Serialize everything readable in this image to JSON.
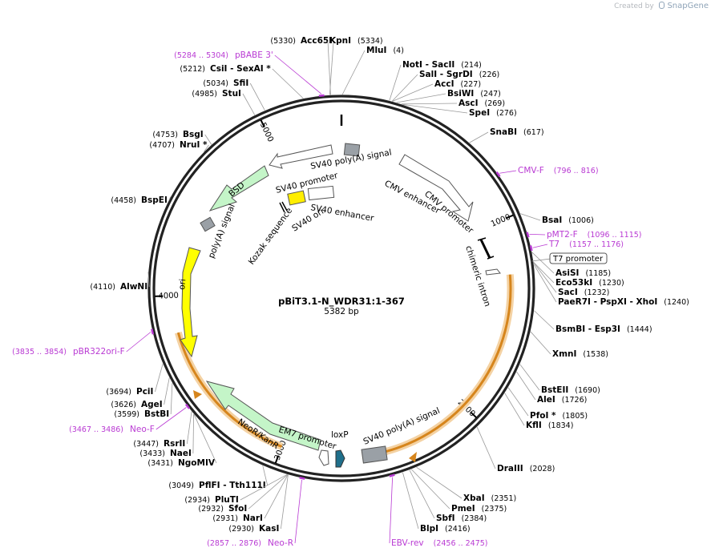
{
  "credit": {
    "prefix": "Created by",
    "brand": "SnapGene"
  },
  "plasmid": {
    "name": "pBiT3.1-N_WDR31:1-367",
    "size_label": "5382 bp",
    "length": 5382
  },
  "ticks": [
    {
      "bp": 1000,
      "label": "1000"
    },
    {
      "bp": 2000,
      "label": "2000"
    },
    {
      "bp": 3000,
      "label": "3000"
    },
    {
      "bp": 4000,
      "label": "4000"
    },
    {
      "bp": 5000,
      "label": "5000"
    }
  ],
  "sites": [
    {
      "id": "acc65i",
      "bp": 5330,
      "name": "Acc65I",
      "pos": "(5330)",
      "side": "left"
    },
    {
      "id": "kpni",
      "bp": 5334,
      "name": "KpnI",
      "pos": "(5334)",
      "side": "right"
    },
    {
      "id": "mlui",
      "bp": 4,
      "name": "MluI",
      "pos": "(4)",
      "side": "right"
    },
    {
      "id": "csii",
      "bp": 5212,
      "name": "CsiI  - SexAI *",
      "pos": "(5212)",
      "side": "left"
    },
    {
      "id": "sfii",
      "bp": 5034,
      "name": "SfiI",
      "pos": "(5034)",
      "side": "left"
    },
    {
      "id": "stui",
      "bp": 4985,
      "name": "StuI",
      "pos": "(4985)",
      "side": "left"
    },
    {
      "id": "noti",
      "bp": 214,
      "name": "NotI  - SacII",
      "pos": "(214)",
      "side": "right"
    },
    {
      "id": "sali",
      "bp": 226,
      "name": "SalI  - SgrDI",
      "pos": "(226)",
      "side": "right"
    },
    {
      "id": "acci",
      "bp": 227,
      "name": "AccI",
      "pos": "(227)",
      "side": "right"
    },
    {
      "id": "bsiwi",
      "bp": 247,
      "name": "BsiWI",
      "pos": "(247)",
      "side": "right"
    },
    {
      "id": "asci",
      "bp": 269,
      "name": "AscI",
      "pos": "(269)",
      "side": "right"
    },
    {
      "id": "spei",
      "bp": 276,
      "name": "SpeI",
      "pos": "(276)",
      "side": "right"
    },
    {
      "id": "snabi",
      "bp": 617,
      "name": "SnaBI",
      "pos": "(617)",
      "side": "right"
    },
    {
      "id": "bsgi",
      "bp": 4753,
      "name": "BsgI",
      "pos": "(4753)",
      "side": "left"
    },
    {
      "id": "nrui",
      "bp": 4707,
      "name": "NruI *",
      "pos": "(4707)",
      "side": "left"
    },
    {
      "id": "bspei",
      "bp": 4458,
      "name": "BspEI",
      "pos": "(4458)",
      "side": "left"
    },
    {
      "id": "bsai",
      "bp": 1006,
      "name": "BsaI",
      "pos": "(1006)",
      "side": "right"
    },
    {
      "id": "asisi",
      "bp": 1185,
      "name": "AsiSI",
      "pos": "(1185)",
      "side": "right"
    },
    {
      "id": "eco53ki",
      "bp": 1230,
      "name": "Eco53kI",
      "pos": "(1230)",
      "side": "right"
    },
    {
      "id": "saci",
      "bp": 1232,
      "name": "SacI",
      "pos": "(1232)",
      "side": "right"
    },
    {
      "id": "paer7i",
      "bp": 1240,
      "name": "PaeR7I  - PspXI  - XhoI",
      "pos": "(1240)",
      "side": "right"
    },
    {
      "id": "alwni",
      "bp": 4110,
      "name": "AlwNI",
      "pos": "(4110)",
      "side": "left"
    },
    {
      "id": "bsmbi",
      "bp": 1444,
      "name": "BsmBI  - Esp3I",
      "pos": "(1444)",
      "side": "right"
    },
    {
      "id": "xmni",
      "bp": 1538,
      "name": "XmnI",
      "pos": "(1538)",
      "side": "right"
    },
    {
      "id": "bsteii",
      "bp": 1690,
      "name": "BstEII",
      "pos": "(1690)",
      "side": "right"
    },
    {
      "id": "alei",
      "bp": 1726,
      "name": "AleI",
      "pos": "(1726)",
      "side": "right"
    },
    {
      "id": "pfoi",
      "bp": 1805,
      "name": "PfoI *",
      "pos": "(1805)",
      "side": "right"
    },
    {
      "id": "kfli",
      "bp": 1834,
      "name": "KflI",
      "pos": "(1834)",
      "side": "right"
    },
    {
      "id": "draiii",
      "bp": 2028,
      "name": "DraIII",
      "pos": "(2028)",
      "side": "right"
    },
    {
      "id": "pcii",
      "bp": 3694,
      "name": "PciI",
      "pos": "(3694)",
      "side": "left"
    },
    {
      "id": "agei",
      "bp": 3626,
      "name": "AgeI",
      "pos": "(3626)",
      "side": "left"
    },
    {
      "id": "bstbi",
      "bp": 3599,
      "name": "BstBI",
      "pos": "(3599)",
      "side": "left"
    },
    {
      "id": "rsrii",
      "bp": 3447,
      "name": "RsrII",
      "pos": "(3447)",
      "side": "left"
    },
    {
      "id": "naei",
      "bp": 3433,
      "name": "NaeI",
      "pos": "(3433)",
      "side": "left"
    },
    {
      "id": "ngomiv",
      "bp": 3431,
      "name": "NgoMIV",
      "pos": "(3431)",
      "side": "left"
    },
    {
      "id": "pflfi",
      "bp": 3049,
      "name": "PflFI  - Tth111I",
      "pos": "(3049)",
      "side": "left"
    },
    {
      "id": "plutI",
      "bp": 2934,
      "name": "PluTI",
      "pos": "(2934)",
      "side": "left"
    },
    {
      "id": "sfoi",
      "bp": 2932,
      "name": "SfoI",
      "pos": "(2932)",
      "side": "left"
    },
    {
      "id": "nari",
      "bp": 2931,
      "name": "NarI",
      "pos": "(2931)",
      "side": "left"
    },
    {
      "id": "kasi",
      "bp": 2930,
      "name": "KasI",
      "pos": "(2930)",
      "side": "left"
    },
    {
      "id": "xbai",
      "bp": 2351,
      "name": "XbaI",
      "pos": "(2351)",
      "side": "right"
    },
    {
      "id": "pmei",
      "bp": 2375,
      "name": "PmeI",
      "pos": "(2375)",
      "side": "right"
    },
    {
      "id": "sbfi",
      "bp": 2384,
      "name": "SbfI",
      "pos": "(2384)",
      "side": "right"
    },
    {
      "id": "blpi",
      "bp": 2416,
      "name": "BlpI",
      "pos": "(2416)",
      "side": "right"
    }
  ],
  "primers": [
    {
      "id": "pbabe3",
      "bp": 5294,
      "name": "pBABE 3'",
      "pos": "(5284 .. 5304)",
      "side": "left"
    },
    {
      "id": "cmvf",
      "bp": 806,
      "name": "CMV-F",
      "pos": "(796 .. 816)",
      "side": "right"
    },
    {
      "id": "pmt2f",
      "bp": 1105,
      "name": "pMT2-F",
      "pos": "(1096 .. 1115)",
      "side": "right"
    },
    {
      "id": "t7",
      "bp": 1166,
      "name": "T7",
      "pos": "(1157 .. 1176)",
      "side": "right"
    },
    {
      "id": "pbr322orif",
      "bp": 3844,
      "name": "pBR322ori-F",
      "pos": "(3835 .. 3854)",
      "side": "left"
    },
    {
      "id": "neof",
      "bp": 3476,
      "name": "Neo-F",
      "pos": "(3467 .. 3486)",
      "side": "left"
    },
    {
      "id": "neor",
      "bp": 2866,
      "name": "Neo-R",
      "pos": "(2857 .. 2876)",
      "side": "left"
    },
    {
      "id": "ebvrev",
      "bp": 2465,
      "name": "EBV-rev",
      "pos": "(2456 .. 2475)",
      "side": "right"
    }
  ],
  "boxed_features": [
    {
      "id": "t7-promoter",
      "name": "T7 promoter"
    }
  ],
  "features": [
    {
      "id": "sv40-polya-top",
      "name": "SV40 poly(A) signal",
      "type": "arrow",
      "color": "#ffffff"
    },
    {
      "id": "cmv-enhancer",
      "name": "CMV enhancer",
      "type": "arrow",
      "color": "#ffffff"
    },
    {
      "id": "cmv-promoter",
      "name": "CMV promoter",
      "type": "arrow",
      "color": "#ffffff"
    },
    {
      "id": "chimeric-intron",
      "name": "chimeric intron",
      "type": "bar",
      "color": "#000000"
    },
    {
      "id": "sv40-promoter",
      "name": "SV40 promoter",
      "type": "arrow",
      "color": "#ffffff"
    },
    {
      "id": "sv40-enhancer",
      "name": "SV40 enhancer",
      "type": "box",
      "color": "#ffffff"
    },
    {
      "id": "sv40-ori",
      "name": "SV40 ori",
      "type": "box",
      "color": "#ffee00"
    },
    {
      "id": "kozak",
      "name": "Kozak sequence",
      "type": "bar",
      "color": "#000000"
    },
    {
      "id": "bsd",
      "name": "BSD",
      "type": "arrow",
      "color": "#c4f5c8"
    },
    {
      "id": "polya-left",
      "name": "poly(A) signal",
      "type": "box",
      "color": "#9aa0a6"
    },
    {
      "id": "ori",
      "name": "ori",
      "type": "arrow",
      "color": "#ffff00"
    },
    {
      "id": "neor-kanr",
      "name": "NeoR/KanR",
      "type": "arrow",
      "color": "#c4f5c8"
    },
    {
      "id": "em7-promoter",
      "name": "EM7 promoter",
      "type": "arrow",
      "color": "#ffffff"
    },
    {
      "id": "loxp",
      "name": "loxP",
      "type": "arrow",
      "color": "#1f6f8b"
    },
    {
      "id": "sv40-polya-bottom",
      "name": "SV40 poly(A) signal",
      "type": "box",
      "color": "#9aa0a6"
    },
    {
      "id": "insert-orange",
      "name": "",
      "type": "arc",
      "color": "#e8a33d"
    }
  ]
}
